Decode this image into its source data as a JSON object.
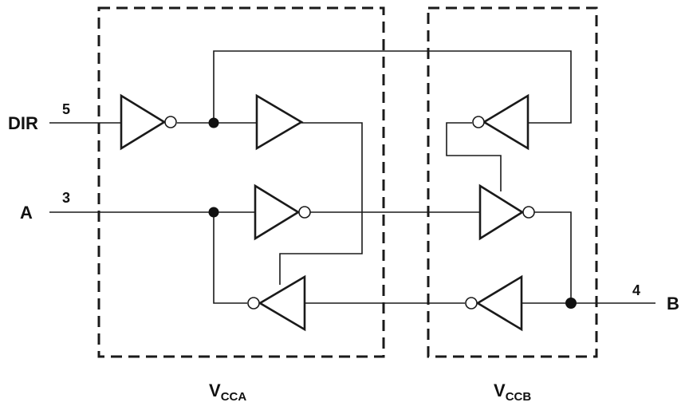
{
  "signals": {
    "dir": {
      "name": "DIR",
      "pin": "5"
    },
    "a": {
      "name": "A",
      "pin": "3"
    },
    "b": {
      "name": "B",
      "pin": "4"
    }
  },
  "supplies": {
    "vcca": {
      "main": "V",
      "sub": "CCA"
    },
    "vccb": {
      "main": "V",
      "sub": "CCB"
    }
  }
}
